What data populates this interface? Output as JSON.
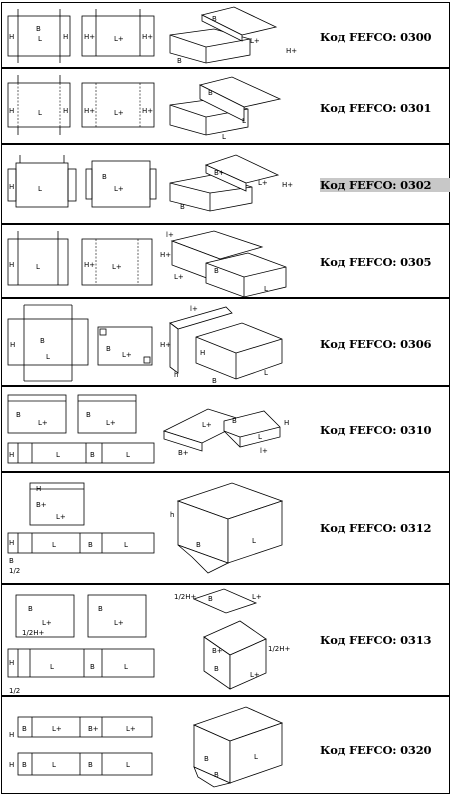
{
  "rows": [
    {
      "code": "Код FEFCO: 0300"
    },
    {
      "code": "Код FEFCO: 0301"
    },
    {
      "code": "Код FEFCO: 0302"
    },
    {
      "code": "Код FEFCO: 0305"
    },
    {
      "code": "Код FEFCO: 0306"
    },
    {
      "code": "Код FEFCO: 0310"
    },
    {
      "code": "Код FEFCO: 0312"
    },
    {
      "code": "Код FEFCO: 0313"
    },
    {
      "code": "Код FEFCO: 0320"
    }
  ],
  "labels": {
    "H": "H",
    "L": "L",
    "B": "B",
    "h": "h",
    "Lplus": "L+",
    "Hplus": "H+",
    "Bplus": "B+",
    "Lp": "l+",
    "half_h": "1/2",
    "half_H_plus": "1/2H+",
    "half_Hp": "1/2H+"
  },
  "highlight_row": 2
}
